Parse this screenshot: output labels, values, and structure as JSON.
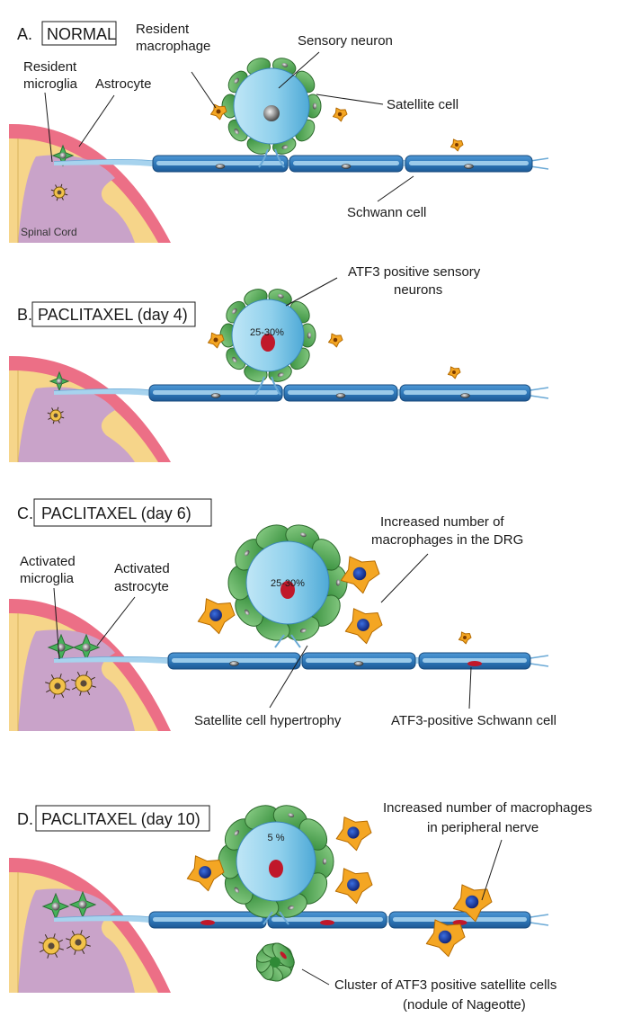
{
  "colors": {
    "spinal_cord_outer": "#f6d58a",
    "spinal_cord_inner": "#c9a3c9",
    "spinal_cord_edge": "#ec6f86",
    "neuron_blue": "#8fd0ec",
    "satellite_green": "#4aa24a",
    "schwann_blue": "#2f78b8",
    "axon_light": "#a7d3ee",
    "macrophage": "#f4a623",
    "nucleus_red": "#c0182a",
    "nucleus_blue": "#1f3fa0"
  },
  "panels": {
    "a": {
      "title": "A.",
      "boxed_title": "NORMAL",
      "labels": {
        "resident_macrophage": [
          "Resident",
          "macrophage"
        ],
        "sensory_neuron": "Sensory neuron",
        "resident_microglia": [
          "Resident",
          "microglia"
        ],
        "astrocyte": "Astrocyte",
        "satellite_cell": "Satellite cell",
        "schwann_cell": "Schwann cell",
        "spinal_cord": "Spinal Cord"
      }
    },
    "b": {
      "title": "B.",
      "boxed_title": "PACLITAXEL (day 4)",
      "percentage": "25-30%",
      "labels": {
        "atf3_neurons": [
          "ATF3 positive sensory",
          "neurons"
        ]
      }
    },
    "c": {
      "title": "C.",
      "boxed_title": "PACLITAXEL (day 6)",
      "percentage": "25-30%",
      "labels": {
        "activated_microglia": [
          "Activated",
          "microglia"
        ],
        "activated_astrocyte": [
          "Activated",
          "astrocyte"
        ],
        "increased_macrophages_drg": [
          "Increased number of",
          "macrophages in the DRG"
        ],
        "satellite_hypertrophy": "Satellite cell hypertrophy",
        "atf3_schwann": "ATF3-positive Schwann cell"
      }
    },
    "d": {
      "title": "D.",
      "boxed_title": "PACLITAXEL (day 10)",
      "percentage": "5 %",
      "labels": {
        "increased_macrophages_nerve": [
          "Increased number  of  macrophages",
          "in peripheral nerve"
        ],
        "nageotte": [
          "Cluster of ATF3 positive satellite cells",
          "(nodule of Nageotte)"
        ]
      }
    }
  }
}
